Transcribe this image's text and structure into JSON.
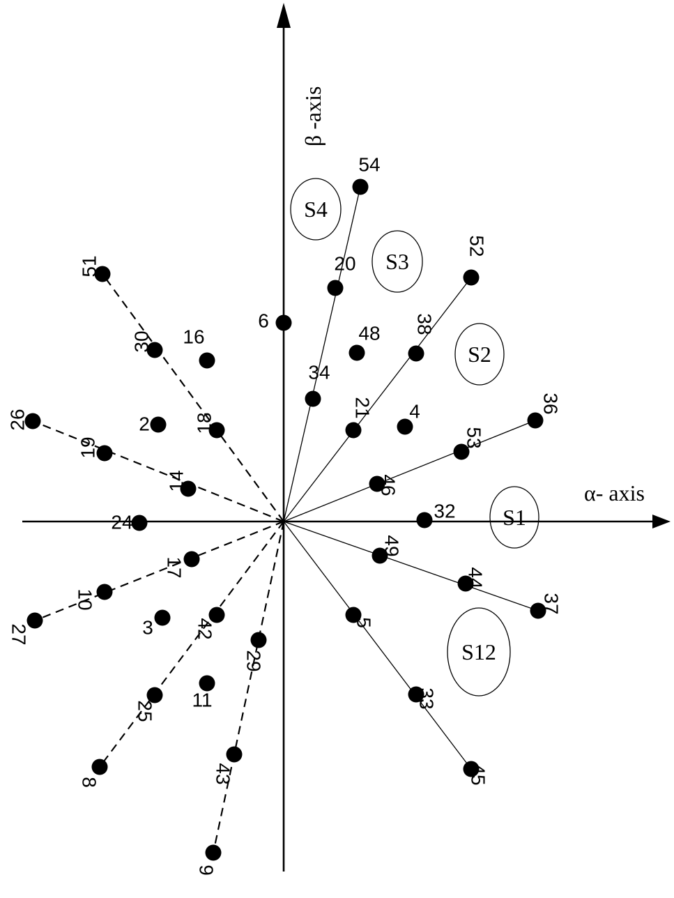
{
  "axes": {
    "alpha_label": "α- axis",
    "beta_label": "β -axis"
  },
  "sectors": [
    "S1",
    "S2",
    "S3",
    "S4",
    "S12"
  ],
  "vectors": [
    {
      "label": "32"
    },
    {
      "label": "46"
    },
    {
      "label": "53"
    },
    {
      "label": "36"
    },
    {
      "label": "21"
    },
    {
      "label": "38"
    },
    {
      "label": "52"
    },
    {
      "label": "34"
    },
    {
      "label": "20"
    },
    {
      "label": "54"
    },
    {
      "label": "6"
    },
    {
      "label": "48"
    },
    {
      "label": "4"
    },
    {
      "label": "49"
    },
    {
      "label": "44"
    },
    {
      "label": "37"
    },
    {
      "label": "5"
    },
    {
      "label": "33"
    },
    {
      "label": "45"
    },
    {
      "label": "18"
    },
    {
      "label": "30"
    },
    {
      "label": "51"
    },
    {
      "label": "16"
    },
    {
      "label": "14"
    },
    {
      "label": "19"
    },
    {
      "label": "26"
    },
    {
      "label": "2"
    },
    {
      "label": "24"
    },
    {
      "label": "17"
    },
    {
      "label": "10"
    },
    {
      "label": "27"
    },
    {
      "label": "3"
    },
    {
      "label": "42"
    },
    {
      "label": "25"
    },
    {
      "label": "11"
    },
    {
      "label": "8"
    },
    {
      "label": "29"
    },
    {
      "label": "43"
    },
    {
      "label": "9"
    }
  ]
}
